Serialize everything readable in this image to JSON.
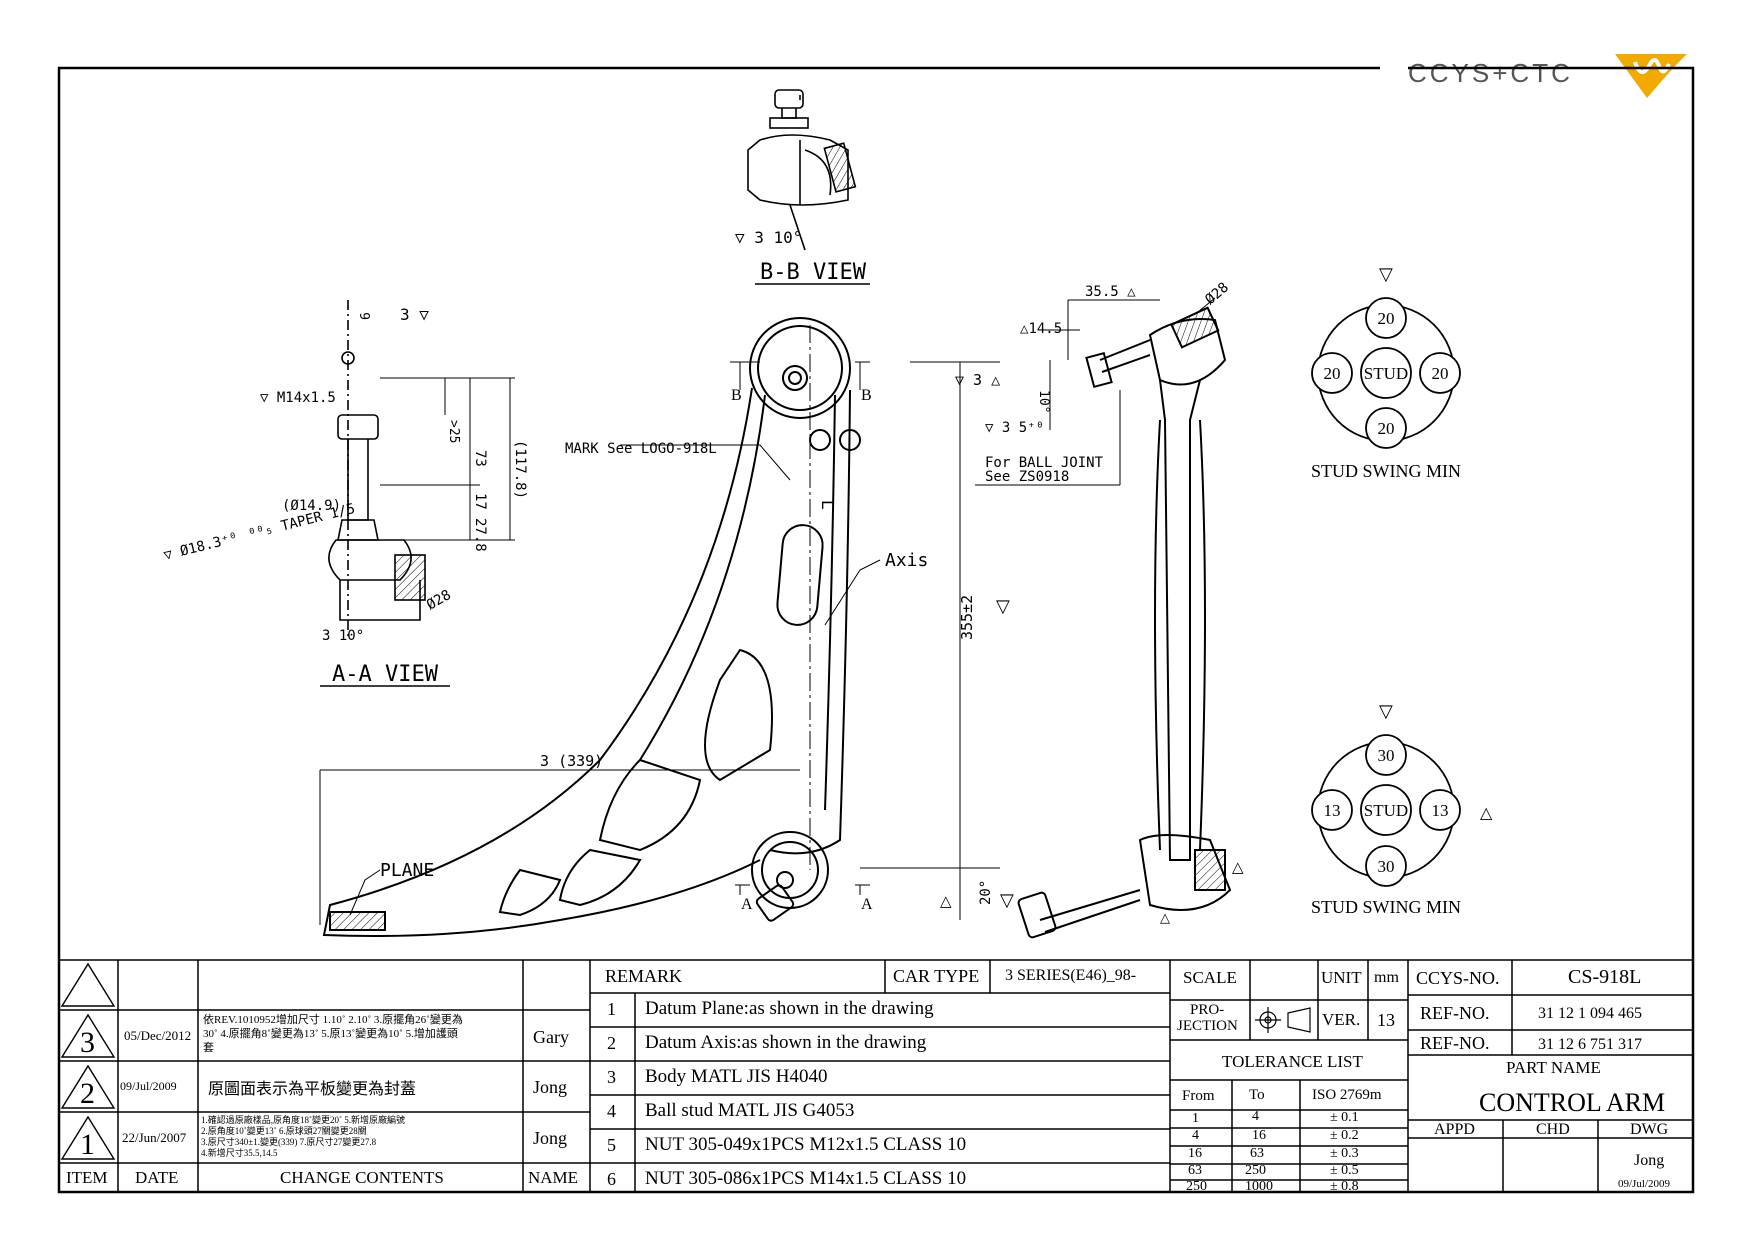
{
  "logo": {
    "text": "CCYS+CTC",
    "accent": "#f2a900"
  },
  "views": {
    "bb": "B-B VIEW",
    "aa": "A-A VIEW",
    "mark": "MARK See LOGO-918L",
    "axis": "Axis",
    "plane": "PLANE",
    "ball_joint_1": "For BALL JOINT",
    "ball_joint_2": "See ZS0918",
    "sec_a": "A",
    "sec_b": "B",
    "l_mark": "L"
  },
  "dims": {
    "m14": "M14x1.5",
    "d25": ">25",
    "d73": "73",
    "d1178": "(117.8)",
    "d149": "(Ø14.9)",
    "taper": "Ø18.3⁺⁰⁰⁰₅ TAPER 1/5",
    "d17": "17",
    "d278": "27.8",
    "d28a": "Ø28",
    "angle10a": "10°",
    "angle10b": "10°",
    "d6": "6",
    "d339": "(339)",
    "d355": "355±2",
    "d20": "20°",
    "d355b": "35.5",
    "d145": "14.5",
    "d28b": "Ø28",
    "d10": "10°",
    "d5": "5⁺⁰"
  },
  "swing": {
    "top": {
      "label": "STUD SWING MIN",
      "center": "STUD",
      "up": "20",
      "down": "20",
      "left": "20",
      "right": "20"
    },
    "bottom": {
      "label": "STUD SWING MIN",
      "center": "STUD",
      "up": "30",
      "down": "30",
      "left": "13",
      "right": "13"
    }
  },
  "revisions": {
    "headers": {
      "item": "ITEM",
      "date": "DATE",
      "change": "CHANGE CONTENTS",
      "name": "NAME"
    },
    "rows": [
      {
        "item": "3",
        "date": "05/Dec/2012",
        "change_1": "依REV.1010952增加尺寸 1.10˚ 2.10˚ 3.原擺角26˚變更為",
        "change_2": "30˚ 4.原擺角8˚變更為13˚ 5.原13˚變更為10˚ 5.增加護頭",
        "change_3": "套",
        "name": "Gary"
      },
      {
        "item": "2",
        "date": "09/Jul/2009",
        "change_1": "原圖面表示為平板變更為封蓋",
        "change_2": "",
        "change_3": "",
        "name": "Jong"
      },
      {
        "item": "1",
        "date": "22/Jun/2007",
        "change_1": "1.確認過原廠樣品,原角度18˚變更20˚    5.新增原廠編號",
        "change_2": "2.原角度10˚變更13˚          6.原球頭27關變更28關",
        "change_3": "3.原尺寸340±1.變更(339)      7.原尺寸27變更27.8",
        "change_4": "4.新增尺寸35.5,14.5",
        "name": "Jong"
      }
    ]
  },
  "remarks": {
    "title": "REMARK",
    "items": [
      {
        "no": "1",
        "text": "Datum Plane:as shown in the drawing"
      },
      {
        "no": "2",
        "text": "Datum Axis:as shown in the drawing"
      },
      {
        "no": "3",
        "text": "Body MATL JIS H4040"
      },
      {
        "no": "4",
        "text": "Ball stud MATL JIS G4053"
      },
      {
        "no": "5",
        "text": "NUT 305-049x1PCS M12x1.5 CLASS 10"
      },
      {
        "no": "6",
        "text": "NUT 305-086x1PCS M14x1.5 CLASS 10"
      }
    ]
  },
  "title_block": {
    "car_type_label": "CAR TYPE",
    "car_type": "3 SERIES(E46)_98-",
    "scale_label": "SCALE",
    "unit_label": "UNIT",
    "unit": "mm",
    "projection_1": "PRO-",
    "projection_2": "JECTION",
    "ver_label": "VER.",
    "ver": "13",
    "ccys_label": "CCYS-NO.",
    "ccys_no": "CS-918L",
    "ref_label_1": "REF-NO.",
    "ref_1": "31 12 1 094 465",
    "ref_label_2": "REF-NO.",
    "ref_2": "31 12 6 751 317",
    "part_name_label": "PART NAME",
    "part_name": "CONTROL ARM",
    "appd": "APPD",
    "chd": "CHD",
    "dwg": "DWG",
    "drawer": "Jong",
    "draw_date": "09/Jul/2009"
  },
  "tolerance": {
    "title": "TOLERANCE LIST",
    "headers": {
      "from": "From",
      "to": "To",
      "iso": "ISO 2769m"
    },
    "rows": [
      {
        "from": "1",
        "to": "4",
        "tol": "± 0.1"
      },
      {
        "from": "4",
        "to": "16",
        "tol": "± 0.2"
      },
      {
        "from": "16",
        "to": "63",
        "tol": "± 0.3"
      },
      {
        "from": "63",
        "to": "250",
        "tol": "± 0.5"
      },
      {
        "from": "250",
        "to": "1000",
        "tol": "± 0.8"
      }
    ]
  }
}
